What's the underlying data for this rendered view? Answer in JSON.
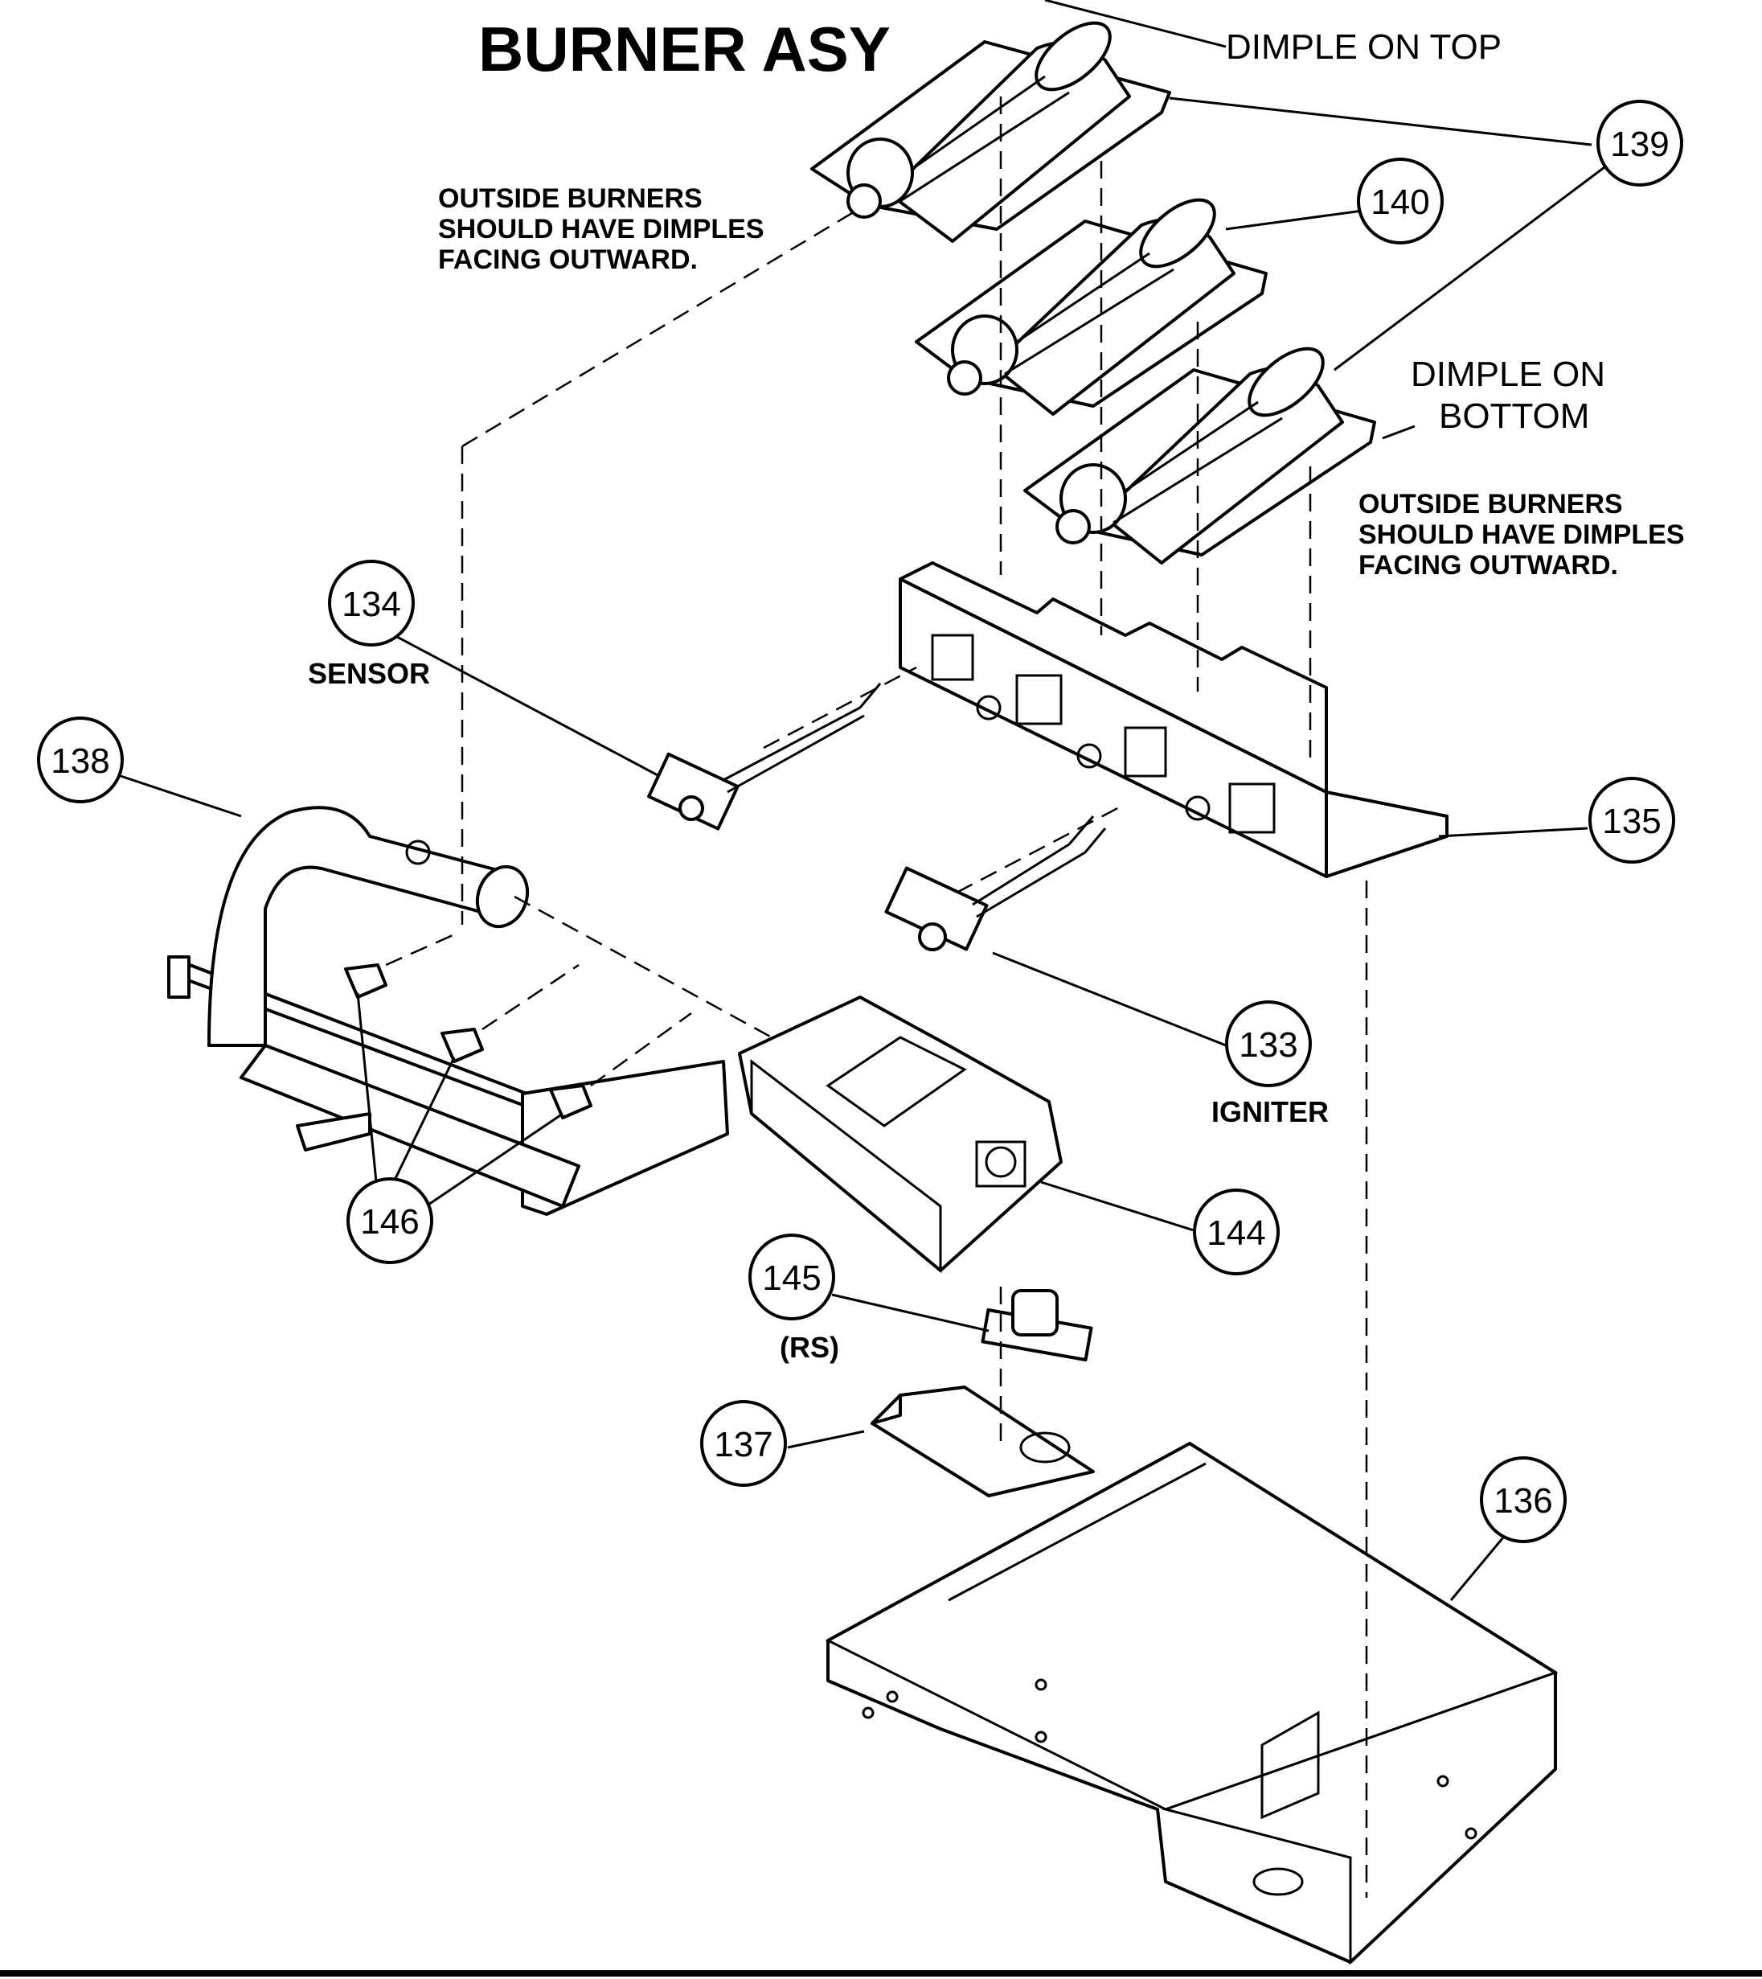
{
  "title": "BURNER ASY",
  "notes": {
    "dimple_on_top": "DIMPLE ON TOP",
    "dimple_on_bottom_line1": "DIMPLE ON",
    "dimple_on_bottom_line2": "BOTTOM",
    "outside_left_line1": "OUTSIDE BURNERS",
    "outside_left_line2": "SHOULD HAVE DIMPLES",
    "outside_left_line3": "FACING OUTWARD.",
    "outside_right_line1": "OUTSIDE BURNERS",
    "outside_right_line2": "SHOULD HAVE DIMPLES",
    "outside_right_line3": "FACING OUTWARD."
  },
  "part_labels": {
    "sensor": "SENSOR",
    "igniter": "IGNITER",
    "rs": "(RS)"
  },
  "callouts": {
    "p133": "133",
    "p134": "134",
    "p135": "135",
    "p136": "136",
    "p137": "137",
    "p138": "138",
    "p139": "139",
    "p140": "140",
    "p144": "144",
    "p145": "145",
    "p146": "146"
  }
}
